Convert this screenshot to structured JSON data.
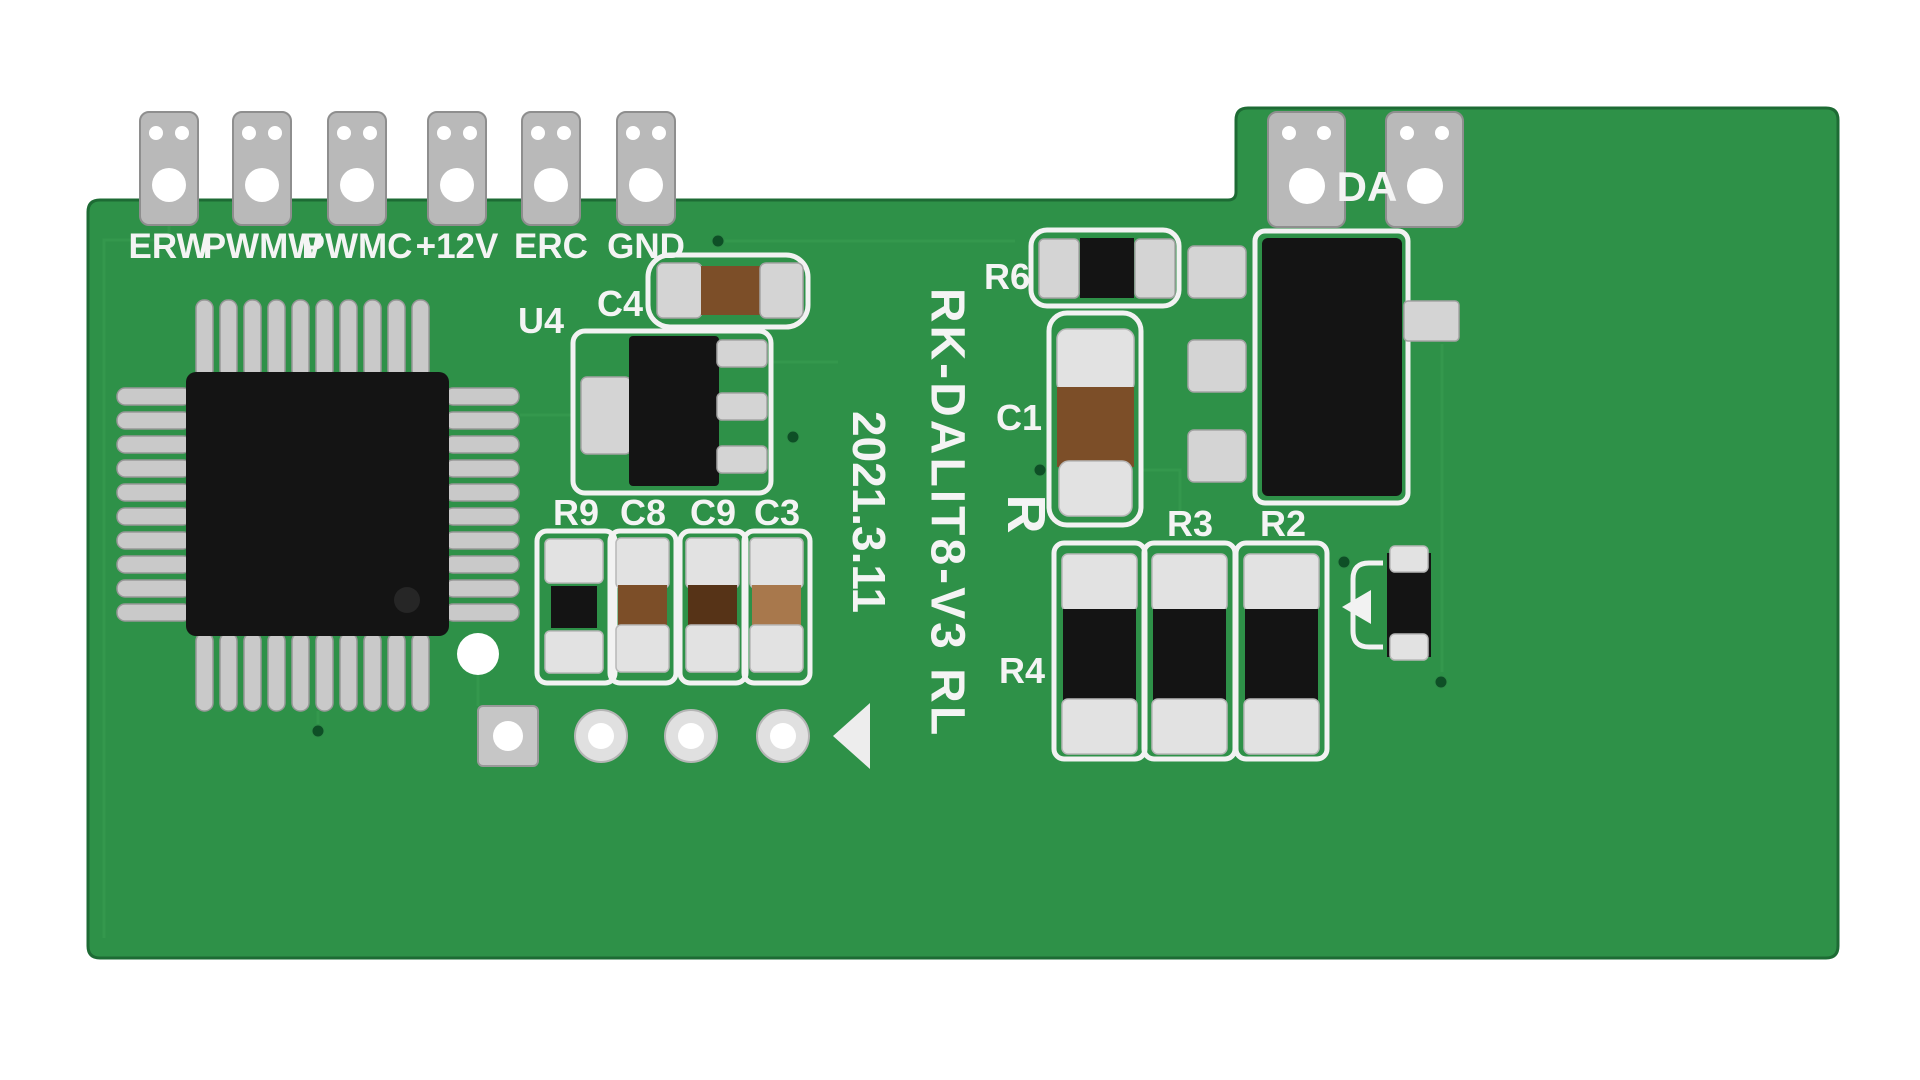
{
  "scene": {
    "description": "Photograph of a green printed circuit board (PCB) control module on a white background"
  },
  "board": {
    "silkscreen_name": "RK-DALIT8-V3 RL",
    "silkscreen_date": "2021.3.11",
    "left_terminals": [
      "ERW",
      "PWMW",
      "PWMC",
      "+12V",
      "ERC",
      "GND"
    ],
    "right_terminal": "DA",
    "refs": {
      "u4": "U4",
      "c4": "C4",
      "r9": "R9",
      "c8": "C8",
      "c9": "C9",
      "c3": "C3",
      "r6": "R6",
      "c1": "C1",
      "r": "R",
      "r4": "R4",
      "r3": "R3",
      "r2": "R2"
    }
  },
  "colors": {
    "background": "#ffffff",
    "board_green": "#2e9148",
    "board_edge": "#1d6b34",
    "trace_green": "#35994f",
    "via_green": "#0e4f26",
    "silkscreen_white": "#f2f2f2",
    "pad_silver": "#d4d4d4",
    "terminal_gray": "#b9b9b9",
    "component_black": "#141414",
    "capacitor_brown": "#7c4e28",
    "capacitor_dark_brown": "#563317",
    "capacitor_tan": "#a8784c"
  }
}
